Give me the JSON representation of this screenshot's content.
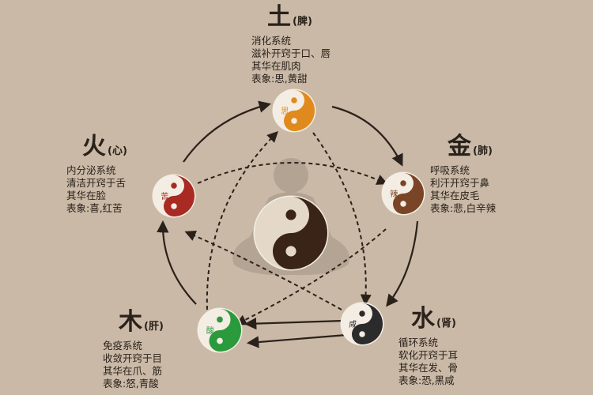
{
  "elements": {
    "earth": {
      "name": "土",
      "organ": "(脾)",
      "lines": [
        "消化系统",
        "滋补开窍于口、唇",
        "其华在肌肉",
        "表象:思,黄甜"
      ],
      "badge": "思",
      "color": "#e08a1e"
    },
    "metal": {
      "name": "金",
      "organ": "(肺)",
      "lines": [
        "呼吸系统",
        "利汗开窍于鼻",
        "其华在皮毛",
        "表象:悲,白辛辣"
      ],
      "badge": "辣",
      "color": "#7a4526"
    },
    "water": {
      "name": "水",
      "organ": "(肾)",
      "lines": [
        "循环系统",
        "软化开窍于耳",
        "其华在发、骨",
        "表象:恐,黑咸"
      ],
      "badge": "咸",
      "color": "#2b2b2b"
    },
    "wood": {
      "name": "木",
      "organ": "(肝)",
      "lines": [
        "免疫系统",
        "收敛开窍于目",
        "其华在爪、筋",
        "表象:怒,青酸"
      ],
      "badge": "酸",
      "color": "#2a9a3c"
    },
    "fire": {
      "name": "火",
      "organ": "(心)",
      "lines": [
        "内分泌系统",
        "清洁开窍于舌",
        "其华在脸",
        "表象:喜,红苦"
      ],
      "badge": "苦",
      "color": "#a92a22"
    }
  },
  "colors": {
    "background": "#c9b9a6",
    "text": "#2a211b",
    "arrow": "#2a211b",
    "center_yin": "#3a2418",
    "center_yang": "#e4d8c8",
    "figure": "#b0a090"
  }
}
